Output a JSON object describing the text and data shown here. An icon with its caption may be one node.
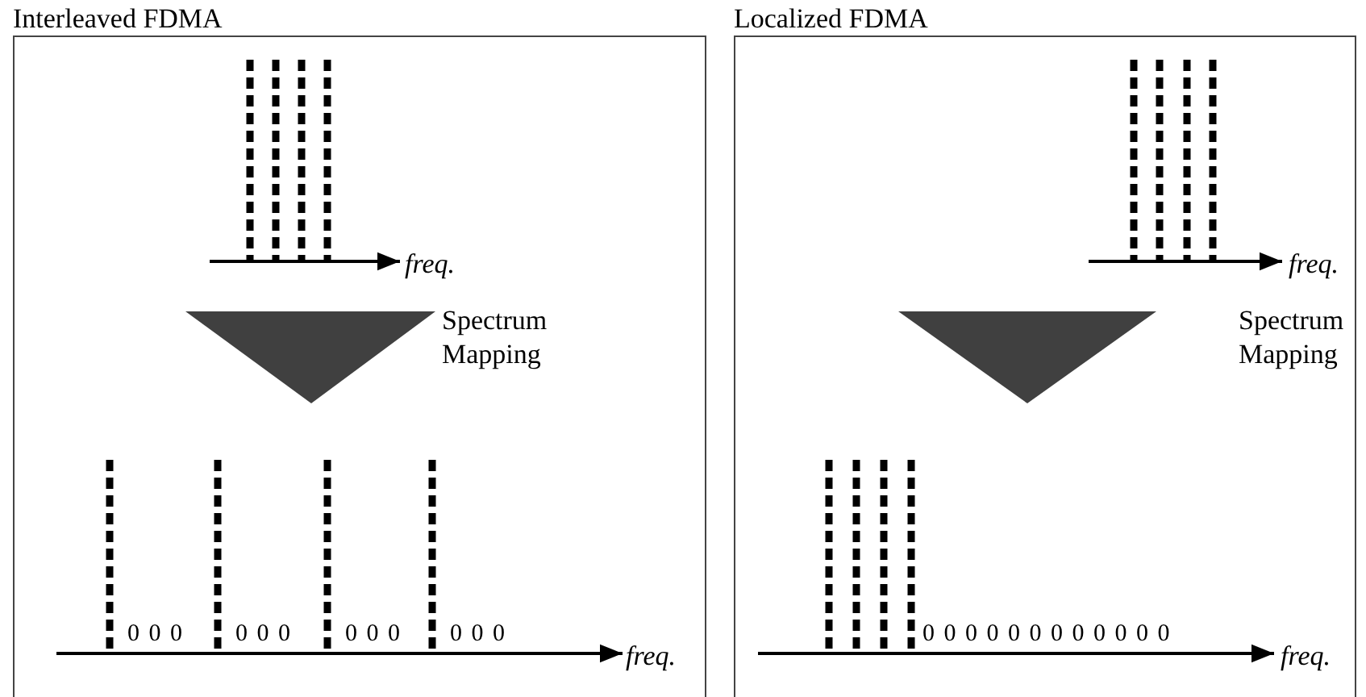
{
  "diagram": {
    "nodes": [
      {
        "text": [
          "Interleaved FDMA"
        ]
      },
      {
        "text": [],
        "shape": "triangle",
        "in": 0,
        "beside": [
          "Spectrum Mapping"
        ]
      },
      {
        "text": [
          "Localized FDMA"
        ]
      },
      {
        "text": [],
        "shape": "triangle",
        "in": 2,
        "beside": [
          "Spectrum Mapping"
        ]
      }
    ],
    "edges": [],
    "labels": [
      "freq.",
      "0 0 0",
      "0 0 0",
      "0 0 0",
      "0 0 0",
      "freq.",
      "freq.",
      "0 0 0 0 0 0 0 0 0 0 0 0",
      "freq."
    ]
  }
}
